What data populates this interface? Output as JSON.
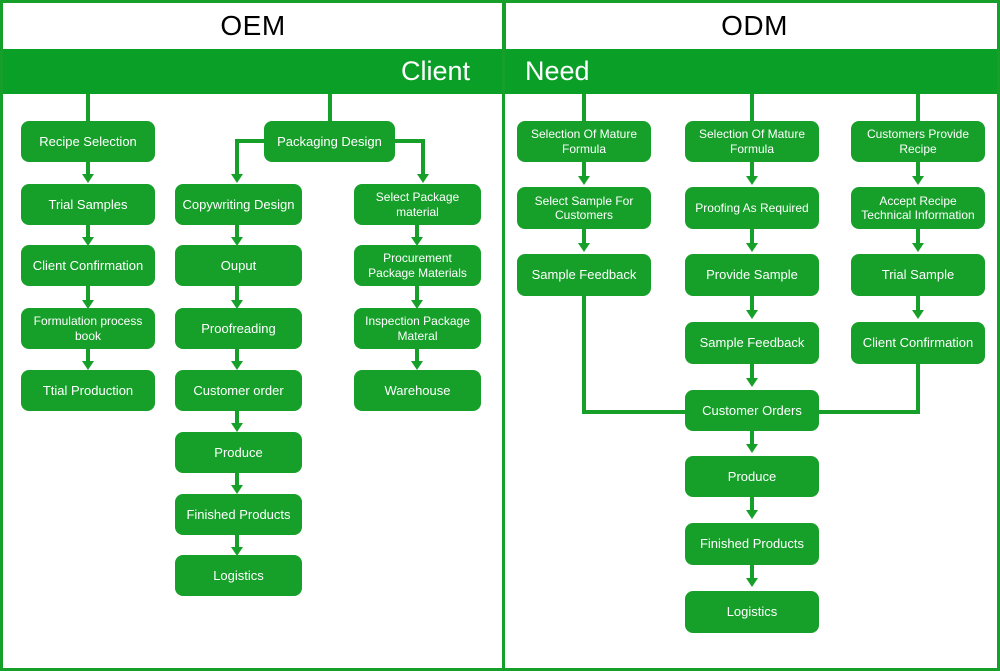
{
  "diagram": {
    "titles": {
      "left": "OEM",
      "right": "ODM"
    },
    "band": {
      "part1": "Client",
      "part2": "Need"
    },
    "colors": {
      "node": "#16a02a",
      "band": "#0aa028",
      "border": "#16a02a",
      "node_text": "#ffffff",
      "title_text": "#000000"
    },
    "oem": {
      "column1": [
        {
          "label": "Recipe Selection"
        },
        {
          "label": "Trial Samples"
        },
        {
          "label": "Client Confirmation"
        },
        {
          "label": "Formulation process book"
        },
        {
          "label": "Ttial Production"
        }
      ],
      "packaging": {
        "label": "Packaging Design"
      },
      "column2": [
        {
          "label": "Copywriting Design"
        },
        {
          "label": "Ouput"
        },
        {
          "label": "Proofreading"
        },
        {
          "label": "Customer order"
        },
        {
          "label": "Produce"
        },
        {
          "label": "Finished Products"
        },
        {
          "label": "Logistics"
        }
      ],
      "column3": [
        {
          "label": "Select Package material"
        },
        {
          "label": "Procurement Package Materials"
        },
        {
          "label": "Inspection Package Materal"
        },
        {
          "label": "Warehouse"
        }
      ]
    },
    "odm": {
      "column1": [
        {
          "label": "Selection Of Mature Formula"
        },
        {
          "label": "Select Sample For Customers"
        },
        {
          "label": "Sample Feedback"
        }
      ],
      "column2": [
        {
          "label": "Selection Of Mature Formula"
        },
        {
          "label": "Proofing As Required"
        },
        {
          "label": "Provide Sample"
        },
        {
          "label": "Sample Feedback"
        },
        {
          "label": "Customer Orders"
        },
        {
          "label": "Produce"
        },
        {
          "label": "Finished Products"
        },
        {
          "label": "Logistics"
        }
      ],
      "column3": [
        {
          "label": "Customers Provide Recipe"
        },
        {
          "label": "Accept Recipe Technical Information"
        },
        {
          "label": "Trial Sample"
        },
        {
          "label": "Client Confirmation"
        }
      ]
    }
  }
}
